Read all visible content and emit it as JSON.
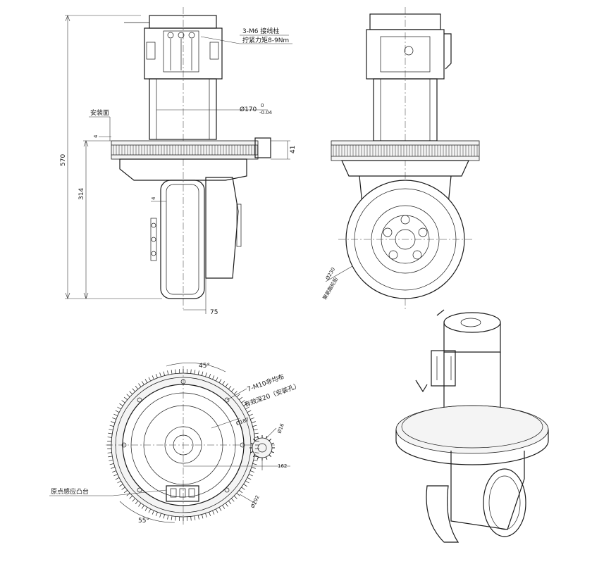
{
  "labels": {
    "terminal_spec": "3-M6 接线柱",
    "torque_spec": "拧紧力矩8-9Nm",
    "mount_face": "安装面",
    "dia_170": "Ø170",
    "dia_170_tol_upper": "0",
    "dia_170_tol_lower": "-0.04",
    "height_570": "570",
    "height_314": "314",
    "dim_41": "41",
    "dim_4_top": "4",
    "dim_4_side": "4",
    "dim_75": "75",
    "wheel_dia": "Ø230",
    "wheel_material": "聚氨酯轮胎",
    "bolt_spec_1": "7-M10非均布",
    "bolt_spec_2": "有效深20（安装孔）",
    "angle_45": "45°",
    "angle_55": "55°",
    "dia_187": "Ø187",
    "dia_16": "Ø16",
    "dim_162": "162",
    "dia_292": "Ø292",
    "origin_sensor": "原点感应凸台"
  },
  "colors": {
    "line": "#1a1a1a",
    "background": "#ffffff"
  }
}
